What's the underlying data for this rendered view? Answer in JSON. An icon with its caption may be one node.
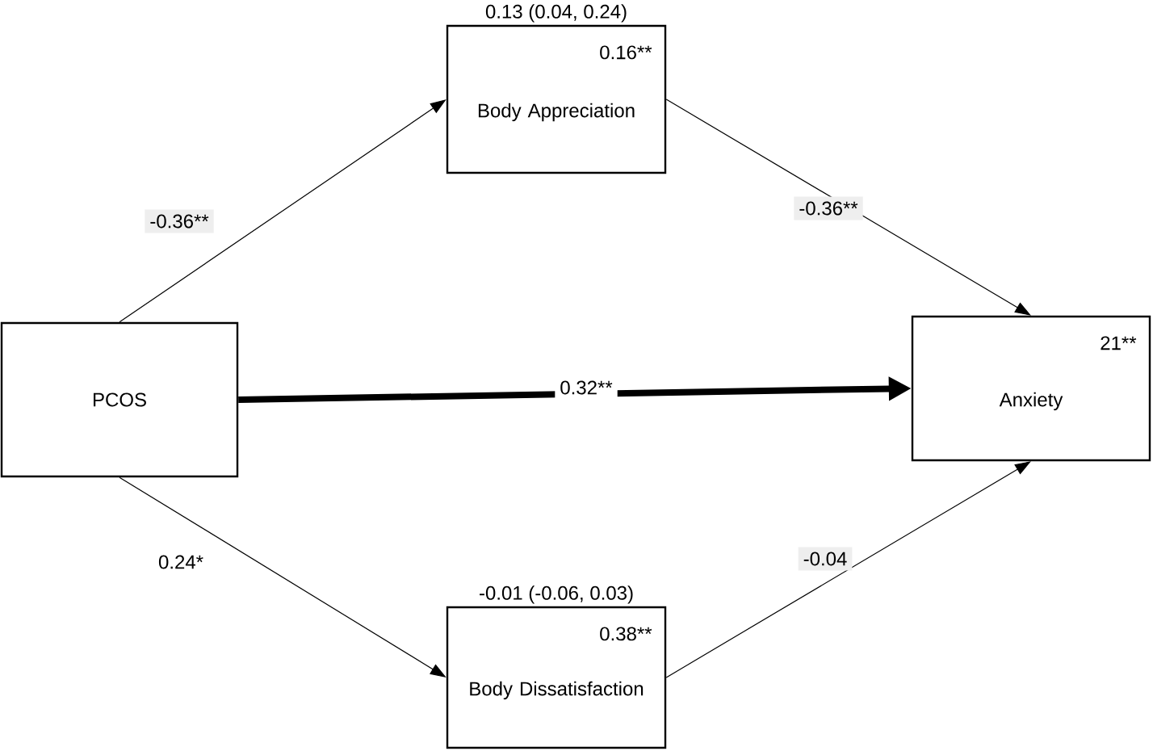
{
  "diagram": {
    "nodes": [
      {
        "text": [
          "PCOS"
        ]
      },
      {
        "text": [
          "0.16**",
          "Body Appreciation"
        ],
        "beside": [
          "0.13 (0.04, 0.24)"
        ]
      },
      {
        "text": [
          "21**",
          "Anxiety"
        ]
      },
      {
        "text": [
          "0.38**",
          "Body Dissatisfaction"
        ],
        "beside": [
          "-0.01 (-0.06, 0.03)"
        ]
      }
    ],
    "edges": [
      {
        "from": 0,
        "to": 1,
        "arrow": "to",
        "label": "-0.36**"
      },
      {
        "from": 1,
        "to": 2,
        "arrow": "to",
        "label": "-0.36**"
      },
      {
        "from": 0,
        "to": 2,
        "arrow": "to",
        "label": "0.32**",
        "style": "thick"
      },
      {
        "from": 0,
        "to": 3,
        "arrow": "to",
        "label": "0.24*"
      },
      {
        "from": 3,
        "to": 2,
        "arrow": "to",
        "label": "-0.04"
      }
    ]
  }
}
